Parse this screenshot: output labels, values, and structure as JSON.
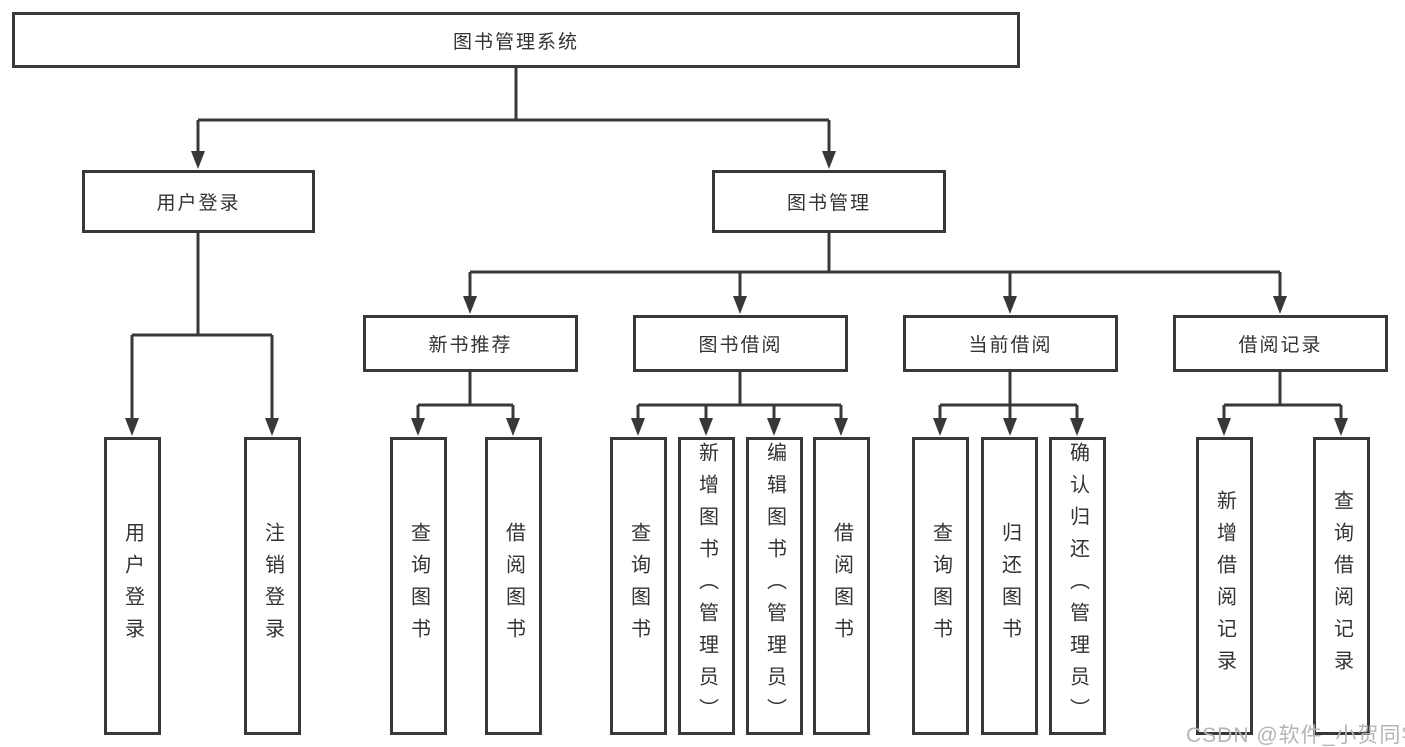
{
  "diagram": {
    "root": {
      "label": "图书管理系统"
    },
    "branches": [
      {
        "label": "用户登录",
        "children": [
          {
            "label": "用户登录"
          },
          {
            "label": "注销登录"
          }
        ]
      },
      {
        "label": "图书管理",
        "children": [
          {
            "label": "新书推荐",
            "children": [
              {
                "label": "查询图书"
              },
              {
                "label": "借阅图书"
              }
            ]
          },
          {
            "label": "图书借阅",
            "children": [
              {
                "label": "查询图书"
              },
              {
                "label": "新增图书（管理员）"
              },
              {
                "label": "编辑图书（管理员）"
              },
              {
                "label": "借阅图书"
              }
            ]
          },
          {
            "label": "当前借阅",
            "children": [
              {
                "label": "查询图书"
              },
              {
                "label": "归还图书"
              },
              {
                "label": "确认归还（管理员）"
              }
            ]
          },
          {
            "label": "借阅记录",
            "children": [
              {
                "label": "新增借阅记录"
              },
              {
                "label": "查询借阅记录"
              }
            ]
          }
        ]
      }
    ],
    "watermark": "CSDN @软件_小贺同学",
    "colors": {
      "line": "#383838",
      "box_border": "#383838",
      "text": "#333333",
      "watermark": "#b5b5b5",
      "background": "#ffffff"
    }
  }
}
